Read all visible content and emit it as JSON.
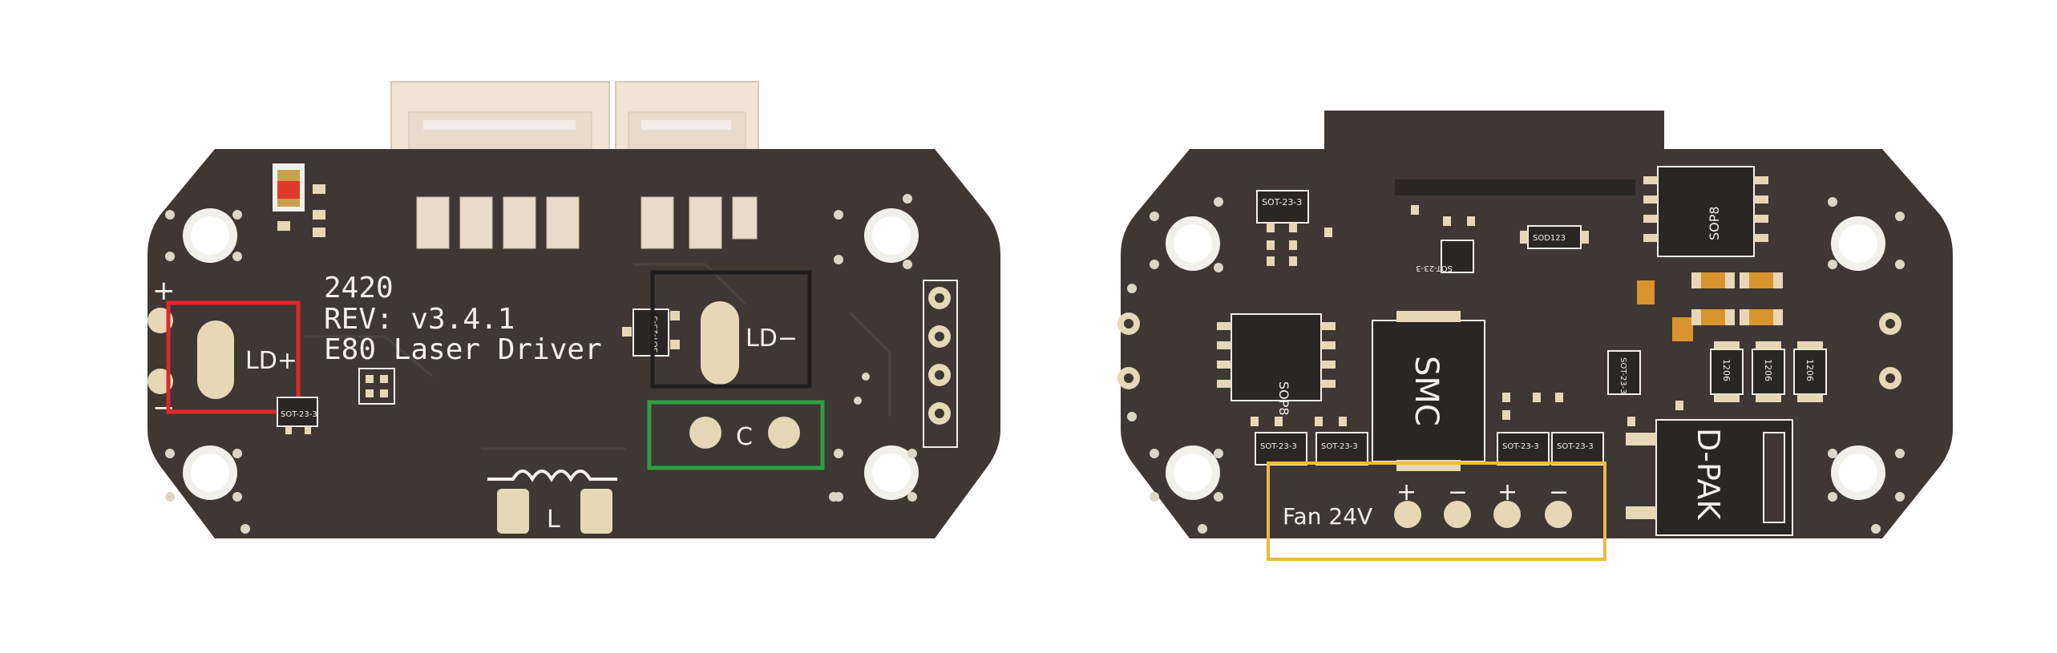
{
  "colors": {
    "pcb": "#3e3733",
    "silkscreen": "#f2f0ea",
    "pad": "#e6d8b6",
    "connector": "#f1e4d6",
    "chip": "#2a2624",
    "smd_orange": "#d9932f",
    "led_red": "#e03a2a",
    "box_red": "#e3262a",
    "box_black": "#1d1d1d",
    "box_green": "#2e9e46",
    "box_yellow": "#f0b93a"
  },
  "front_board": {
    "board_id": "2420",
    "revision": "REV: v3.4.1",
    "product": "E80 Laser Driver",
    "plus_sign": "+",
    "minus_sign": "−",
    "ld_plus": "LD+",
    "ld_minus": "LD−",
    "cap_label": "C",
    "inductor_label": "L",
    "sot_label_1": "SOT-23-3",
    "sot_label_2": "SOT-23-3"
  },
  "back_board": {
    "fan_label": "Fan 24V",
    "fan_pins": [
      "+",
      "−",
      "+",
      "−"
    ],
    "smc_label": "SMC",
    "dpak_label": "D-PAK",
    "sop_label_1": "SOP8",
    "sop_label_2": "SOP8",
    "sot_labels": [
      "SOT-23-3",
      "SOT-23-3",
      "SOT-23-3",
      "SOT-23-3",
      "SOT-23-3",
      "SOT-23-3",
      "SOT-23-3"
    ],
    "sod_label": "SOD123",
    "res_labels": [
      "1206",
      "1206",
      "1206"
    ]
  }
}
